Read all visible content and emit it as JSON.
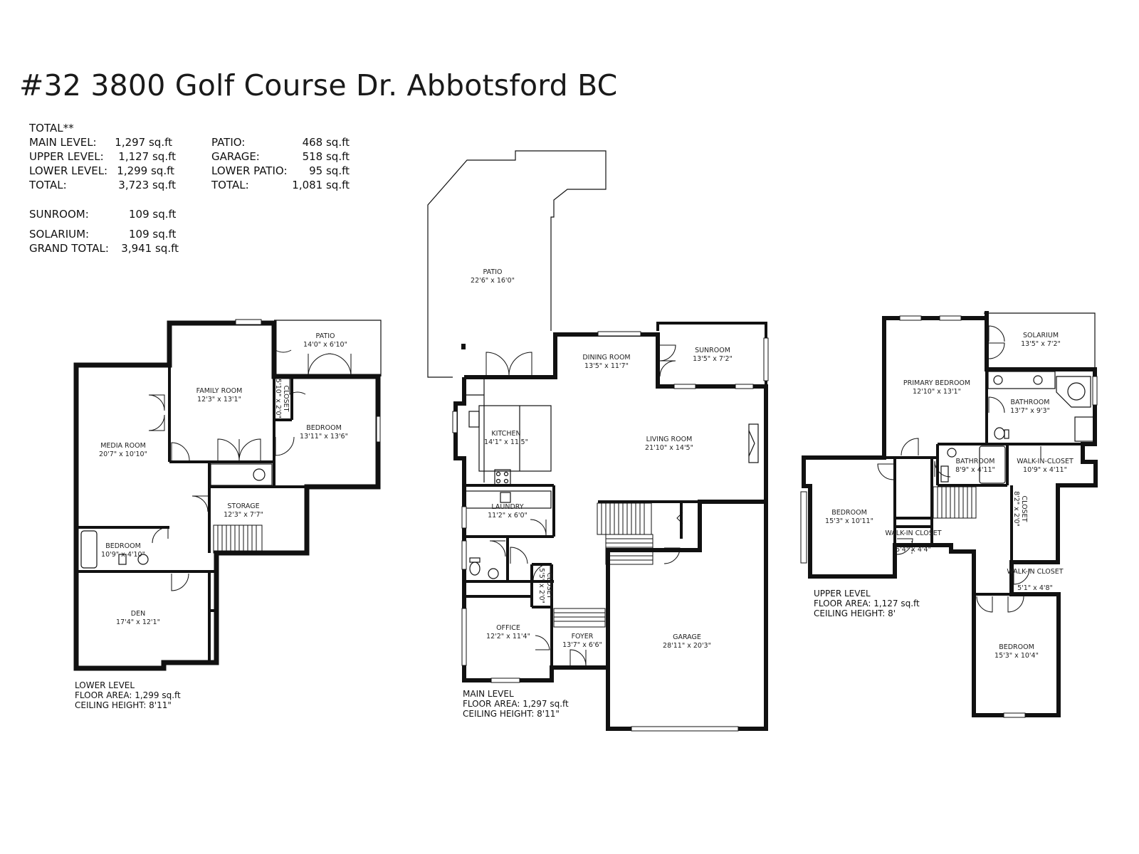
{
  "title": "#32 3800 Golf Course Dr. Abbotsford BC",
  "summary": {
    "total_header": "TOTAL**",
    "left": [
      {
        "label": "MAIN LEVEL:",
        "value": "1,297 sq.ft"
      },
      {
        "label": "UPPER LEVEL:",
        "value": "1,127 sq.ft"
      },
      {
        "label": "LOWER LEVEL:",
        "value": "1,299 sq.ft"
      },
      {
        "label": "TOTAL:",
        "value": "3,723 sq.ft"
      }
    ],
    "right": [
      {
        "label": "PATIO:",
        "value": "468 sq.ft"
      },
      {
        "label": "GARAGE:",
        "value": "518 sq.ft"
      },
      {
        "label": "LOWER PATIO:",
        "value": "95 sq.ft"
      },
      {
        "label": "TOTAL:",
        "value": "1,081 sq.ft"
      }
    ],
    "extra": [
      {
        "label": "SUNROOM:",
        "value": "109 sq.ft"
      },
      {
        "label": "SOLARIUM:",
        "value": "109 sq.ft"
      },
      {
        "label": "GRAND TOTAL:",
        "value": "3,941 sq.ft"
      }
    ]
  },
  "levels": {
    "lower": {
      "name": "LOWER LEVEL",
      "area": "FLOOR AREA: 1,299 sq.ft",
      "ceiling": "CEILING HEIGHT: 8'11\""
    },
    "main": {
      "name": "MAIN LEVEL",
      "area": "FLOOR AREA: 1,297 sq.ft",
      "ceiling": "CEILING HEIGHT: 8'11\""
    },
    "upper": {
      "name": "UPPER LEVEL",
      "area": "FLOOR AREA: 1,127 sq.ft",
      "ceiling": "CEILING HEIGHT: 8'"
    }
  },
  "rooms": {
    "lower_patio": {
      "name": "PATIO",
      "dim": "14'0\" x 6'10\""
    },
    "family_room": {
      "name": "FAMILY ROOM",
      "dim": "12'3\" x 13'1\""
    },
    "lower_closet": {
      "name": "CLOSET",
      "dim": "5'10\" x 2'0\""
    },
    "lower_bedroom": {
      "name": "BEDROOM",
      "dim": "13'11\" x 13'6\""
    },
    "media_room": {
      "name": "MEDIA ROOM",
      "dim": "20'7\" x 10'10\""
    },
    "storage": {
      "name": "STORAGE",
      "dim": "12'3\" x 7'7\""
    },
    "lower_bath": {
      "name": "BEDROOM",
      "dim": "10'9\" x 4'10\""
    },
    "den": {
      "name": "DEN",
      "dim": "17'4\" x 12'1\""
    },
    "patio": {
      "name": "PATIO",
      "dim": "22'6\" x 16'0\""
    },
    "dining_room": {
      "name": "DINING ROOM",
      "dim": "13'5\" x 11'7\""
    },
    "sunroom": {
      "name": "SUNROOM",
      "dim": "13'5\" x 7'2\""
    },
    "kitchen": {
      "name": "KITCHEN",
      "dim": "14'1\" x 11'5\""
    },
    "living_room": {
      "name": "LIVING ROOM",
      "dim": "21'10\" x 14'5\""
    },
    "laundry": {
      "name": "LAUNDRY",
      "dim": "11'2\" x 6'0\""
    },
    "main_closet": {
      "name": "CLOSET",
      "dim": "5'5\" x 2'0\""
    },
    "office": {
      "name": "OFFICE",
      "dim": "12'2\" x 11'4\""
    },
    "foyer": {
      "name": "FOYER",
      "dim": "13'7\" x 6'6\""
    },
    "garage": {
      "name": "GARAGE",
      "dim": "28'11\" x 20'3\""
    },
    "solarium": {
      "name": "SOLARIUM",
      "dim": "13'5\" x 7'2\""
    },
    "primary_bedroom": {
      "name": "PRIMARY BEDROOM",
      "dim": "12'10\" x 13'1\""
    },
    "ensuite": {
      "name": "BATHROOM",
      "dim": "13'7\" x 9'3\""
    },
    "upper_bath": {
      "name": "BATHROOM",
      "dim": "8'9\" x 4'11\""
    },
    "walk_in_closet": {
      "name": "WALK-IN-CLOSET",
      "dim": "10'9\" x 4'11\""
    },
    "upper_bedroom_left": {
      "name": "BEDROOM",
      "dim": "15'3\" x 10'11\""
    },
    "walk_in_small": {
      "name": "WALK-IN CLOSET",
      "dim": "5'4\" x 4'4\""
    },
    "upper_closet": {
      "name": "CLOSET",
      "dim": "8'2\" x 2'0\""
    },
    "walk_in_right": {
      "name": "WALK-IN CLOSET",
      "dim": "5'1\" x 4'8\""
    },
    "upper_bedroom_right": {
      "name": "BEDROOM",
      "dim": "15'3\" x 10'4\""
    }
  }
}
